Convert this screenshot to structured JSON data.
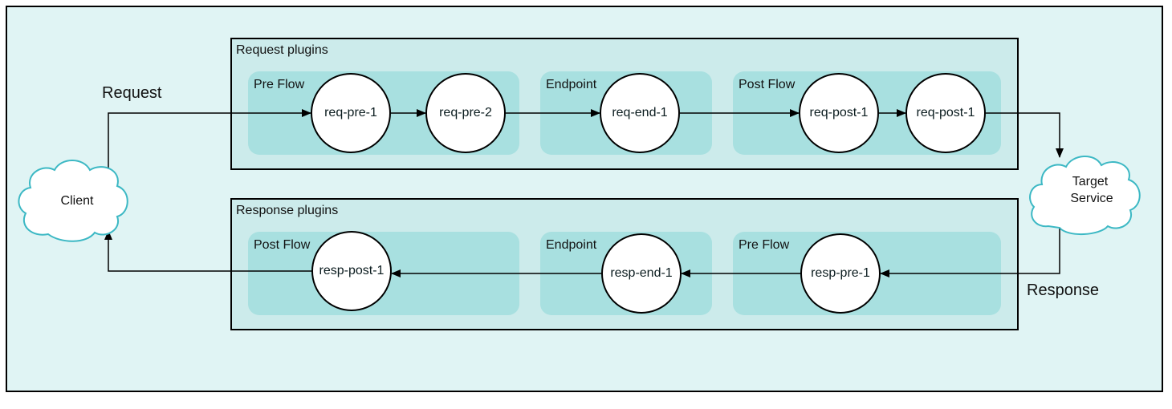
{
  "diagram": {
    "labels": {
      "request": "Request",
      "response": "Response"
    },
    "clouds": {
      "client": "Client",
      "target_line1": "Target",
      "target_line2": "Service"
    },
    "request_panel": {
      "title": "Request plugins",
      "groups": {
        "pre": "Pre Flow",
        "endpoint": "Endpoint",
        "post": "Post Flow"
      },
      "nodes": [
        "req-pre-1",
        "req-pre-2",
        "req-end-1",
        "req-post-1",
        "req-post-1"
      ]
    },
    "response_panel": {
      "title": "Response plugins",
      "groups": {
        "post": "Post Flow",
        "endpoint": "Endpoint",
        "pre": "Pre Flow"
      },
      "nodes": [
        "resp-post-1",
        "resp-end-1",
        "resp-pre-1"
      ]
    },
    "colors": {
      "outer_bg": "#e0f4f4",
      "panel_bg": "#ccebeb",
      "group_bg": "#a8e0e0",
      "cloud_stroke": "#3cb8c4",
      "line": "#000000"
    }
  }
}
